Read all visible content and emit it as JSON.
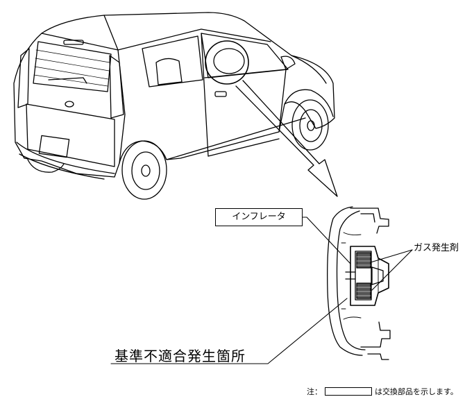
{
  "labels": {
    "inflator": "インフレータ",
    "gas_generant": "ガス発生剤",
    "defect_location": "基準不適合発生箇所"
  },
  "note": {
    "prefix": "注：",
    "suffix": "は交換部品を示します。"
  },
  "colors": {
    "line": "#000000",
    "background": "#ffffff",
    "shading": "#555555"
  }
}
